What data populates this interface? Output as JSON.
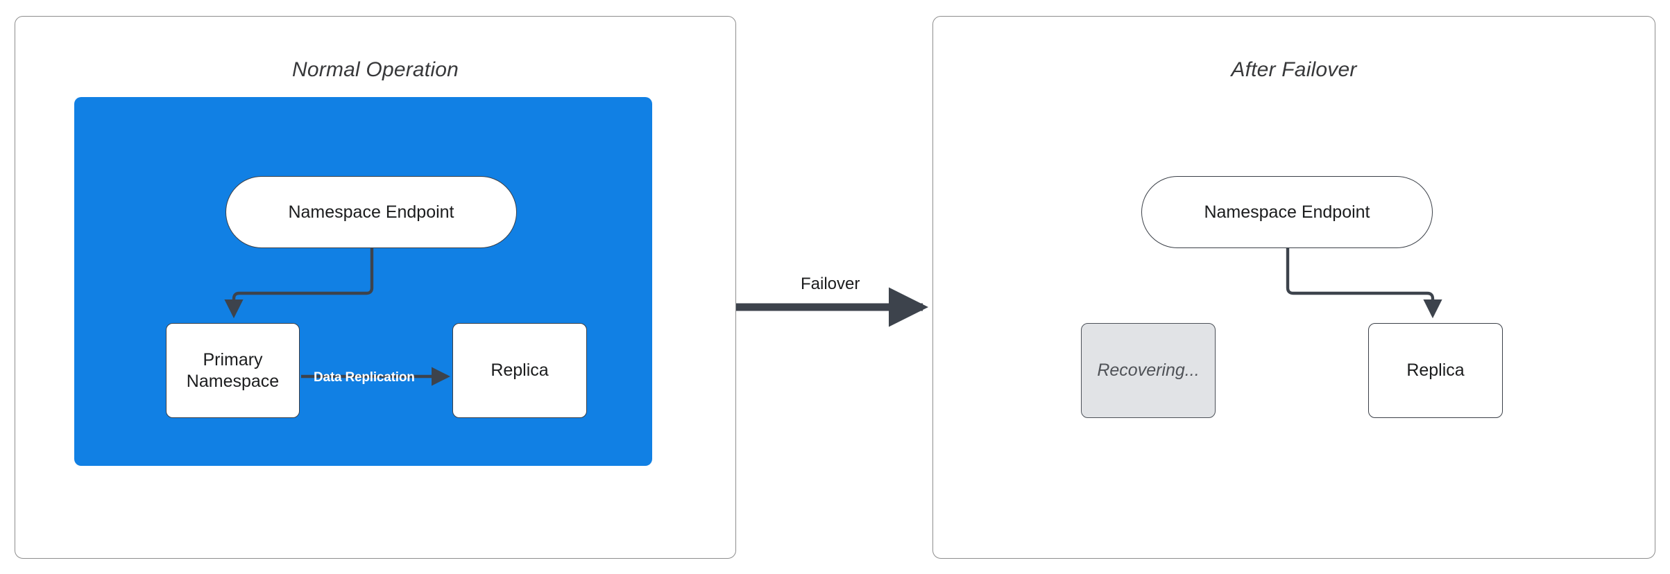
{
  "diagram": {
    "panels": [
      {
        "id": "normal",
        "title": "Normal Operation",
        "nodes": {
          "endpoint": "Namespace Endpoint",
          "primary": "Primary\nNamespace",
          "primary_line1": "Primary",
          "primary_line2": "Namespace",
          "replica": "Replica"
        },
        "edges": [
          {
            "label": "",
            "from": "endpoint",
            "to": "primary"
          },
          {
            "label": "Data Replication",
            "from": "primary",
            "to": "replica"
          }
        ]
      },
      {
        "id": "failover",
        "title": "After Failover",
        "nodes": {
          "endpoint": "Namespace Endpoint",
          "recovering": "Recovering...",
          "replica": "Replica"
        },
        "edges": [
          {
            "label": "",
            "from": "endpoint",
            "to": "replica"
          }
        ]
      }
    ],
    "transition": {
      "label": "Failover",
      "direction": "left-to-right"
    },
    "colors": {
      "panel_blue": "#1180e4",
      "node_fill": "#ffffff",
      "node_border": "#3a3f47",
      "disabled_fill": "#e1e3e6",
      "disabled_text": "#4f5257",
      "edge_stroke": "#3d434c",
      "card_border": "#8d8d8d",
      "title_text": "#37383a",
      "edge_label_on_blue": "#ffffff"
    }
  }
}
